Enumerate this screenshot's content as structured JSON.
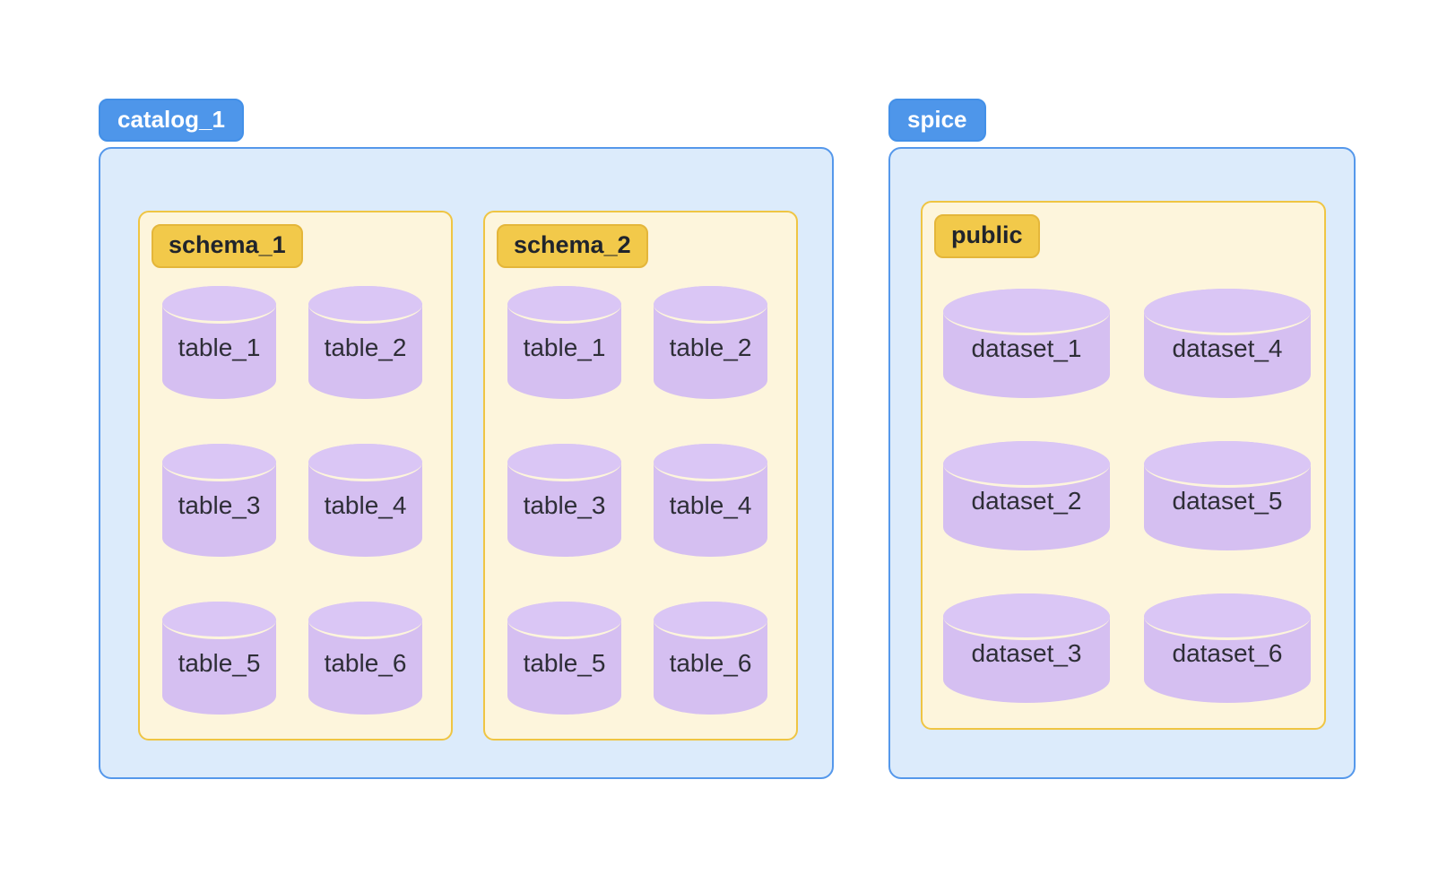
{
  "palette": {
    "blue_badge_bg": "#4E96EA",
    "blue_badge_border": "#4390E8",
    "blue_container_bg": "#DCEBFB",
    "blue_container_border": "#5598EB",
    "cream_box_bg": "#FDF5DC",
    "cream_box_border": "#EFC543",
    "gold_badge_bg": "#F2C94A",
    "gold_badge_border": "#E4B63A",
    "cylinder_fill": "#D5BFF1",
    "cylinder_top_fill": "#DAC6F5",
    "label_text": "#2E2E37",
    "badge_text_light": "#FFFFFF",
    "badge_text_dark": "#20242C"
  },
  "groups": [
    {
      "label": "catalog_1",
      "boxes": [
        {
          "label": "schema_1",
          "items": [
            "table_1",
            "table_2",
            "table_3",
            "table_4",
            "table_5",
            "table_6"
          ]
        },
        {
          "label": "schema_2",
          "items": [
            "table_1",
            "table_2",
            "table_3",
            "table_4",
            "table_5",
            "table_6"
          ]
        }
      ]
    },
    {
      "label": "spice",
      "boxes": [
        {
          "label": "public",
          "items": [
            "dataset_1",
            "dataset_4",
            "dataset_2",
            "dataset_5",
            "dataset_3",
            "dataset_6"
          ]
        }
      ]
    }
  ]
}
